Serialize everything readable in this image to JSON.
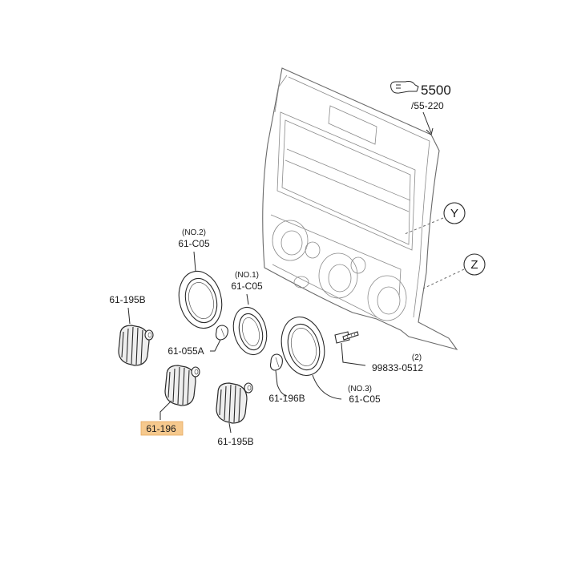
{
  "ref": {
    "main_number": "5500",
    "sub_number": "/55-220"
  },
  "views": {
    "y": "Y",
    "z": "Z"
  },
  "parts": {
    "bezel_no2": {
      "note": "(NO.2)",
      "code": "61-C05"
    },
    "bezel_no1": {
      "note": "(NO.1)",
      "code": "61-C05"
    },
    "bezel_no3": {
      "note": "(NO.3)",
      "code": "61-C05"
    },
    "knob_upper_left": {
      "code": "61-195B"
    },
    "knob_lower": {
      "code": "61-195B"
    },
    "knob_middle": {
      "code": "61-196"
    },
    "clip_left": {
      "code": "61-055A"
    },
    "clip_right": {
      "code": "61-196B"
    },
    "screw": {
      "qty": "(2)",
      "code": "99833-0512"
    }
  },
  "colors": {
    "highlight": "#f6c98e",
    "line": "#2a2a2a"
  }
}
